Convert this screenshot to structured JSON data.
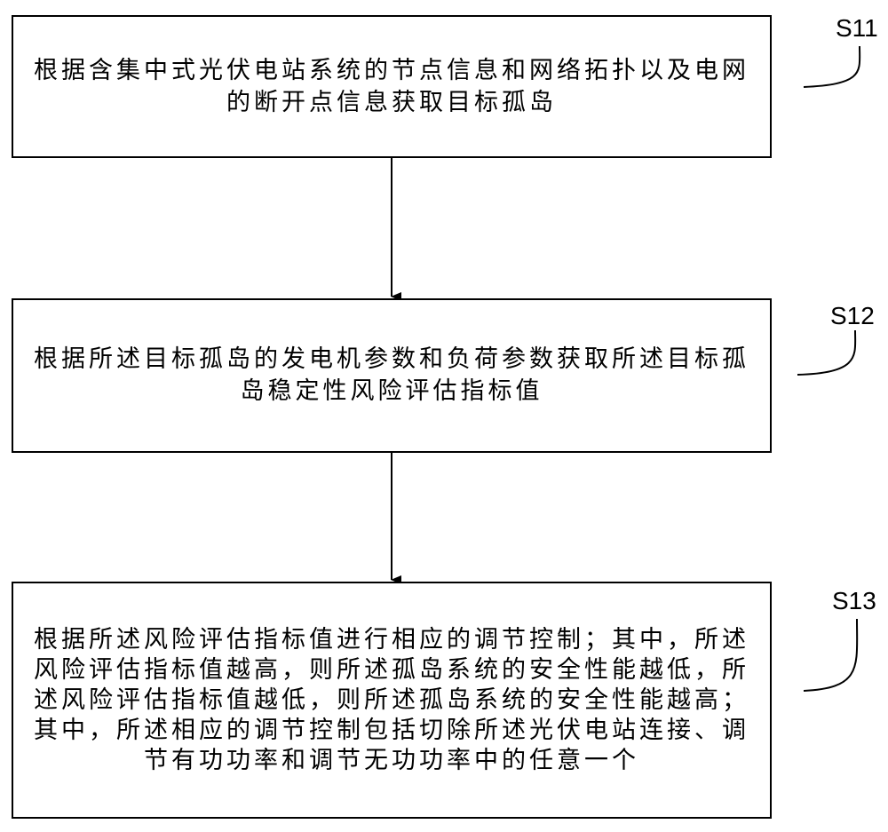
{
  "steps": [
    {
      "id": "S11",
      "text": "根据含集中式光伏电站系统的节点信息和网络拓扑以及电网的断开点信息获取目标孤岛"
    },
    {
      "id": "S12",
      "text": "根据所述目标孤岛的发电机参数和负荷参数获取所述目标孤岛稳定性风险评估指标值"
    },
    {
      "id": "S13",
      "text": "根据所述风险评估指标值进行相应的调节控制；其中，所述风险评估指标值越高，则所述孤岛系统的安全性能越低，所述风险评估指标值越低，则所述孤岛系统的安全性能越高；其中，所述相应的调节控制包括切除所述光伏电站连接、调节有功功率和调节无功功率中的任意一个"
    }
  ]
}
